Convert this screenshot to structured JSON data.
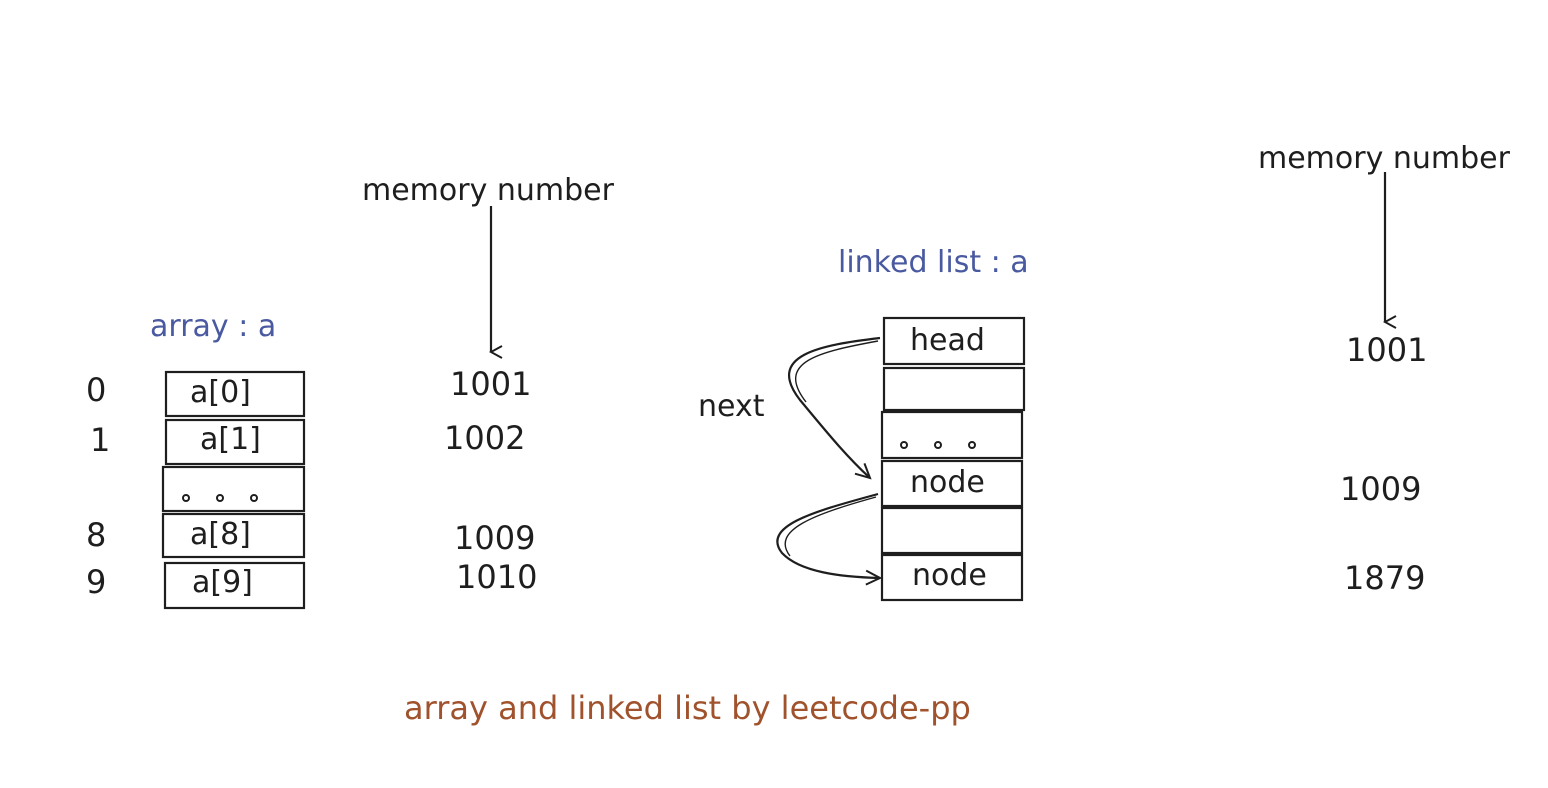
{
  "colors": {
    "ink": "#1e1e1e",
    "blue": "#4a5aa0",
    "brown": "#a0522d"
  },
  "array": {
    "title": "array : a",
    "memory_label": "memory number",
    "indices": [
      "0",
      "1",
      "8",
      "9"
    ],
    "cells": [
      "a[0]",
      "a[1]",
      "",
      "a[8]",
      "a[9]"
    ],
    "addresses": [
      "1001",
      "1002",
      "1009",
      "1010"
    ]
  },
  "linked_list": {
    "title": "linked list : a",
    "memory_label": "memory number",
    "next_label": "next",
    "cells": [
      "head",
      "",
      "",
      "node",
      "",
      "node"
    ],
    "addresses": [
      "1001",
      "1009",
      "1879"
    ]
  },
  "caption": "array and linked list by leetcode-pp",
  "icons": {
    "ellipsis": "ellipsis-dots-icon",
    "arrow": "arrow-down-icon"
  }
}
